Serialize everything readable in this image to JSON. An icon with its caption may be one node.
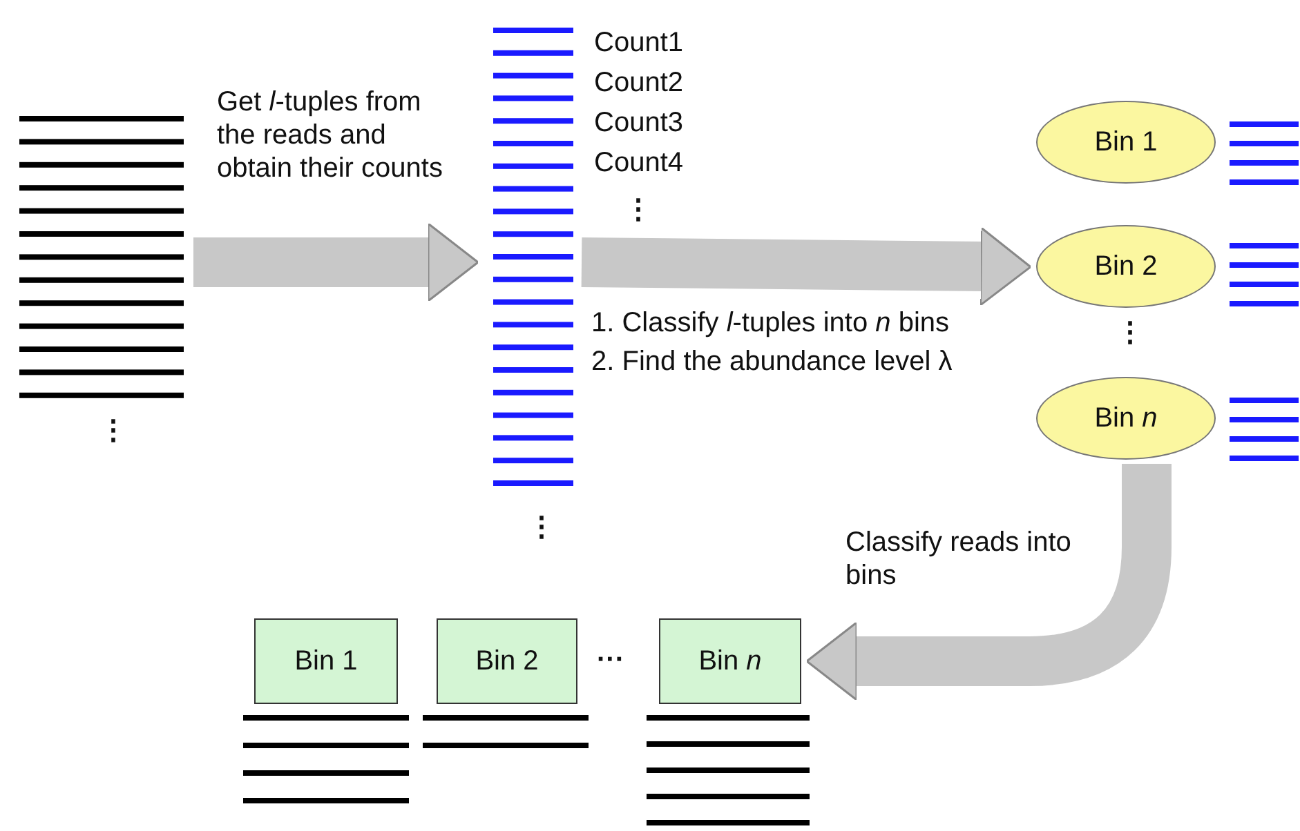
{
  "diagram": {
    "nodes": [
      {
        "text": [],
        "shape": "picture"
      },
      {
        "text": [],
        "shape": "picture",
        "beside": [
          "Count1",
          "Count2",
          "Count3",
          "Count4"
        ]
      },
      {
        "text": [
          "Bin 1"
        ]
      },
      {
        "text": [
          "Bin 2"
        ]
      },
      {
        "text": [
          "Bin *n*"
        ]
      },
      {
        "text": [
          "Bin 1"
        ]
      },
      {
        "text": [
          "Bin 2"
        ]
      },
      {
        "text": [
          "Bin *n*"
        ]
      }
    ],
    "edges": [
      {
        "from": 0,
        "to": 1,
        "arrow": "to",
        "label": "Get *l*-tuples from the reads and obtain their counts"
      },
      {
        "from": 1,
        "to": 3,
        "arrow": "to"
      },
      {
        "from": 4,
        "to": 7,
        "arrow": "to",
        "label": "Classify reads into bins"
      }
    ],
    "labels": [
      "⋮",
      "1. Classify *l*-tuples into *n* bins",
      "2. Find the abundance level λ",
      "⋮",
      "⋮",
      "⋮",
      "···"
    ]
  }
}
